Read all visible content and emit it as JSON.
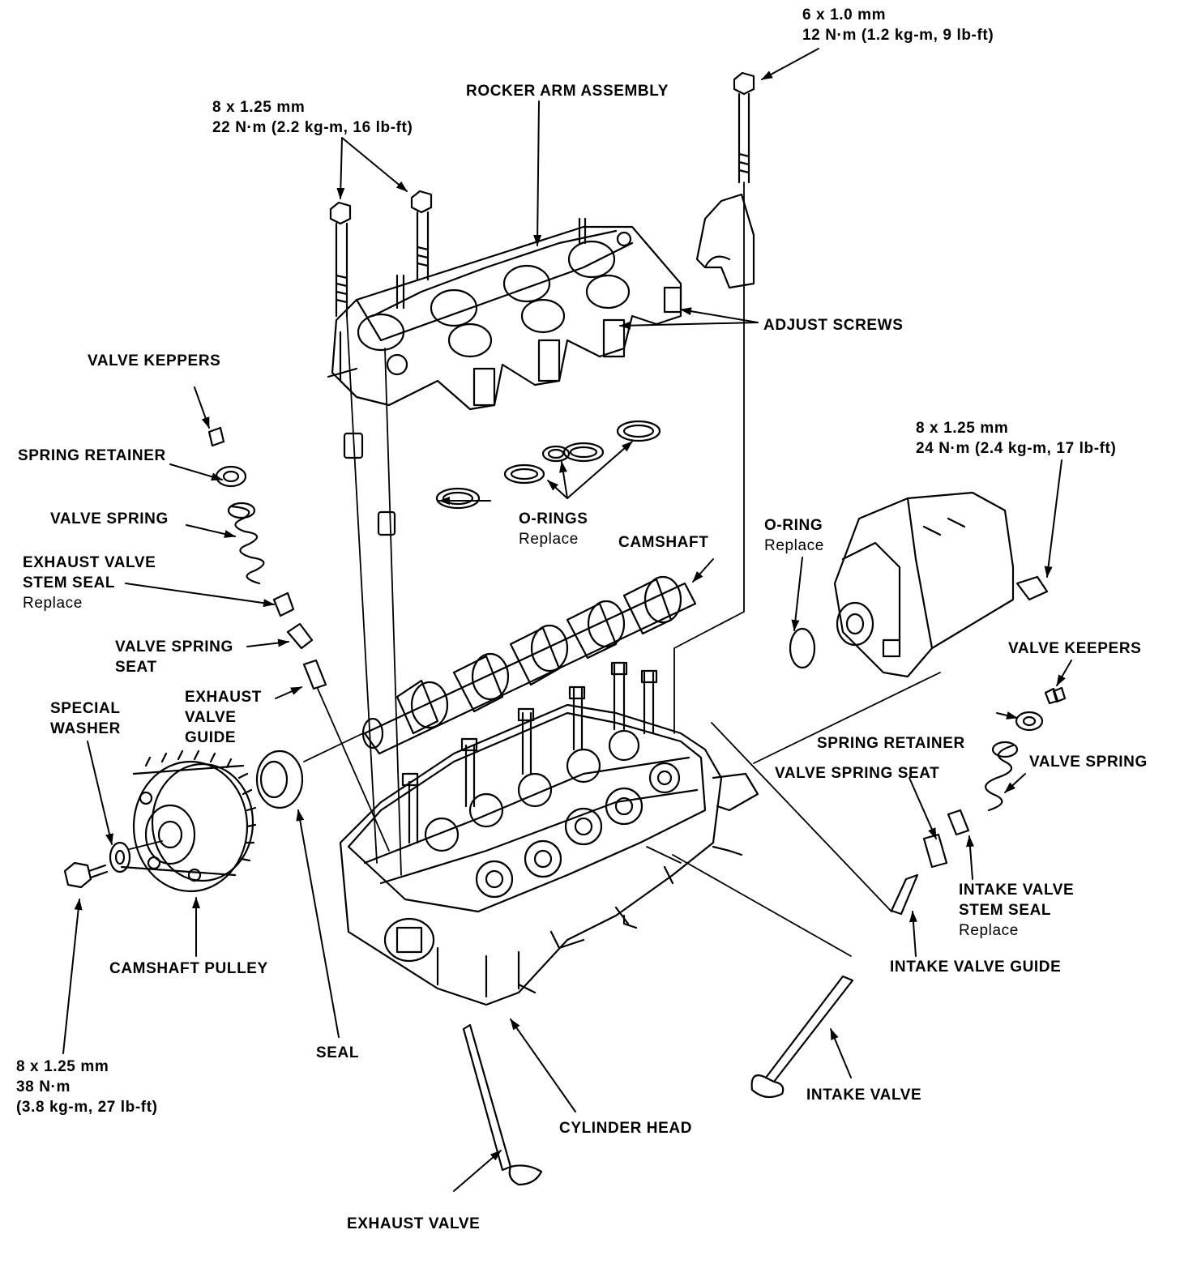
{
  "callouts": {
    "top_bolt_spec": [
      "6 x 1.0 mm",
      "12 N·m (1.2 kg-m, 9 lb-ft)"
    ],
    "rocker_bolt_spec": [
      "8 x 1.25 mm",
      "22 N·m (2.2 kg-m, 16 lb-ft)"
    ],
    "rocker_arm_assembly": "ROCKER ARM ASSEMBLY",
    "adjust_screws": "ADJUST SCREWS",
    "valve_keepers_left": "VALVE KEPPERS",
    "spring_retainer_left": "SPRING RETAINER",
    "valve_spring_left": "VALVE SPRING",
    "exhaust_valve_stem_seal": [
      "EXHAUST VALVE",
      "STEM SEAL"
    ],
    "exhaust_valve_stem_seal_note": "Replace",
    "valve_spring_seat_left": [
      "VALVE SPRING",
      "SEAT"
    ],
    "exhaust_valve_guide": [
      "EXHAUST",
      "VALVE",
      "GUIDE"
    ],
    "special_washer": [
      "SPECIAL",
      "WASHER"
    ],
    "o_rings": "O-RINGS",
    "o_rings_note": "Replace",
    "camshaft": "CAMSHAFT",
    "distributor_bolt_spec": [
      "8 x 1.25 mm",
      "24 N·m (2.4 kg-m, 17 lb-ft)"
    ],
    "o_ring": "O-RING",
    "o_ring_note": "Replace",
    "valve_keepers_right": "VALVE KEEPERS",
    "spring_retainer_right": "SPRING RETAINER",
    "valve_spring_seat_right": "VALVE SPRING SEAT",
    "valve_spring_right": "VALVE SPRING",
    "intake_valve_stem_seal": [
      "INTAKE VALVE",
      "STEM SEAL"
    ],
    "intake_valve_stem_seal_note": "Replace",
    "intake_valve_guide": "INTAKE VALVE GUIDE",
    "camshaft_pulley": "CAMSHAFT PULLEY",
    "pulley_bolt_spec": [
      "8 x 1.25 mm",
      "38 N·m",
      "(3.8 kg-m, 27 lb-ft)"
    ],
    "seal": "SEAL",
    "cylinder_head": "CYLINDER HEAD",
    "intake_valve": "INTAKE VALVE",
    "exhaust_valve": "EXHAUST VALVE"
  },
  "colors": {
    "ink": "#000000",
    "paper": "#ffffff"
  }
}
